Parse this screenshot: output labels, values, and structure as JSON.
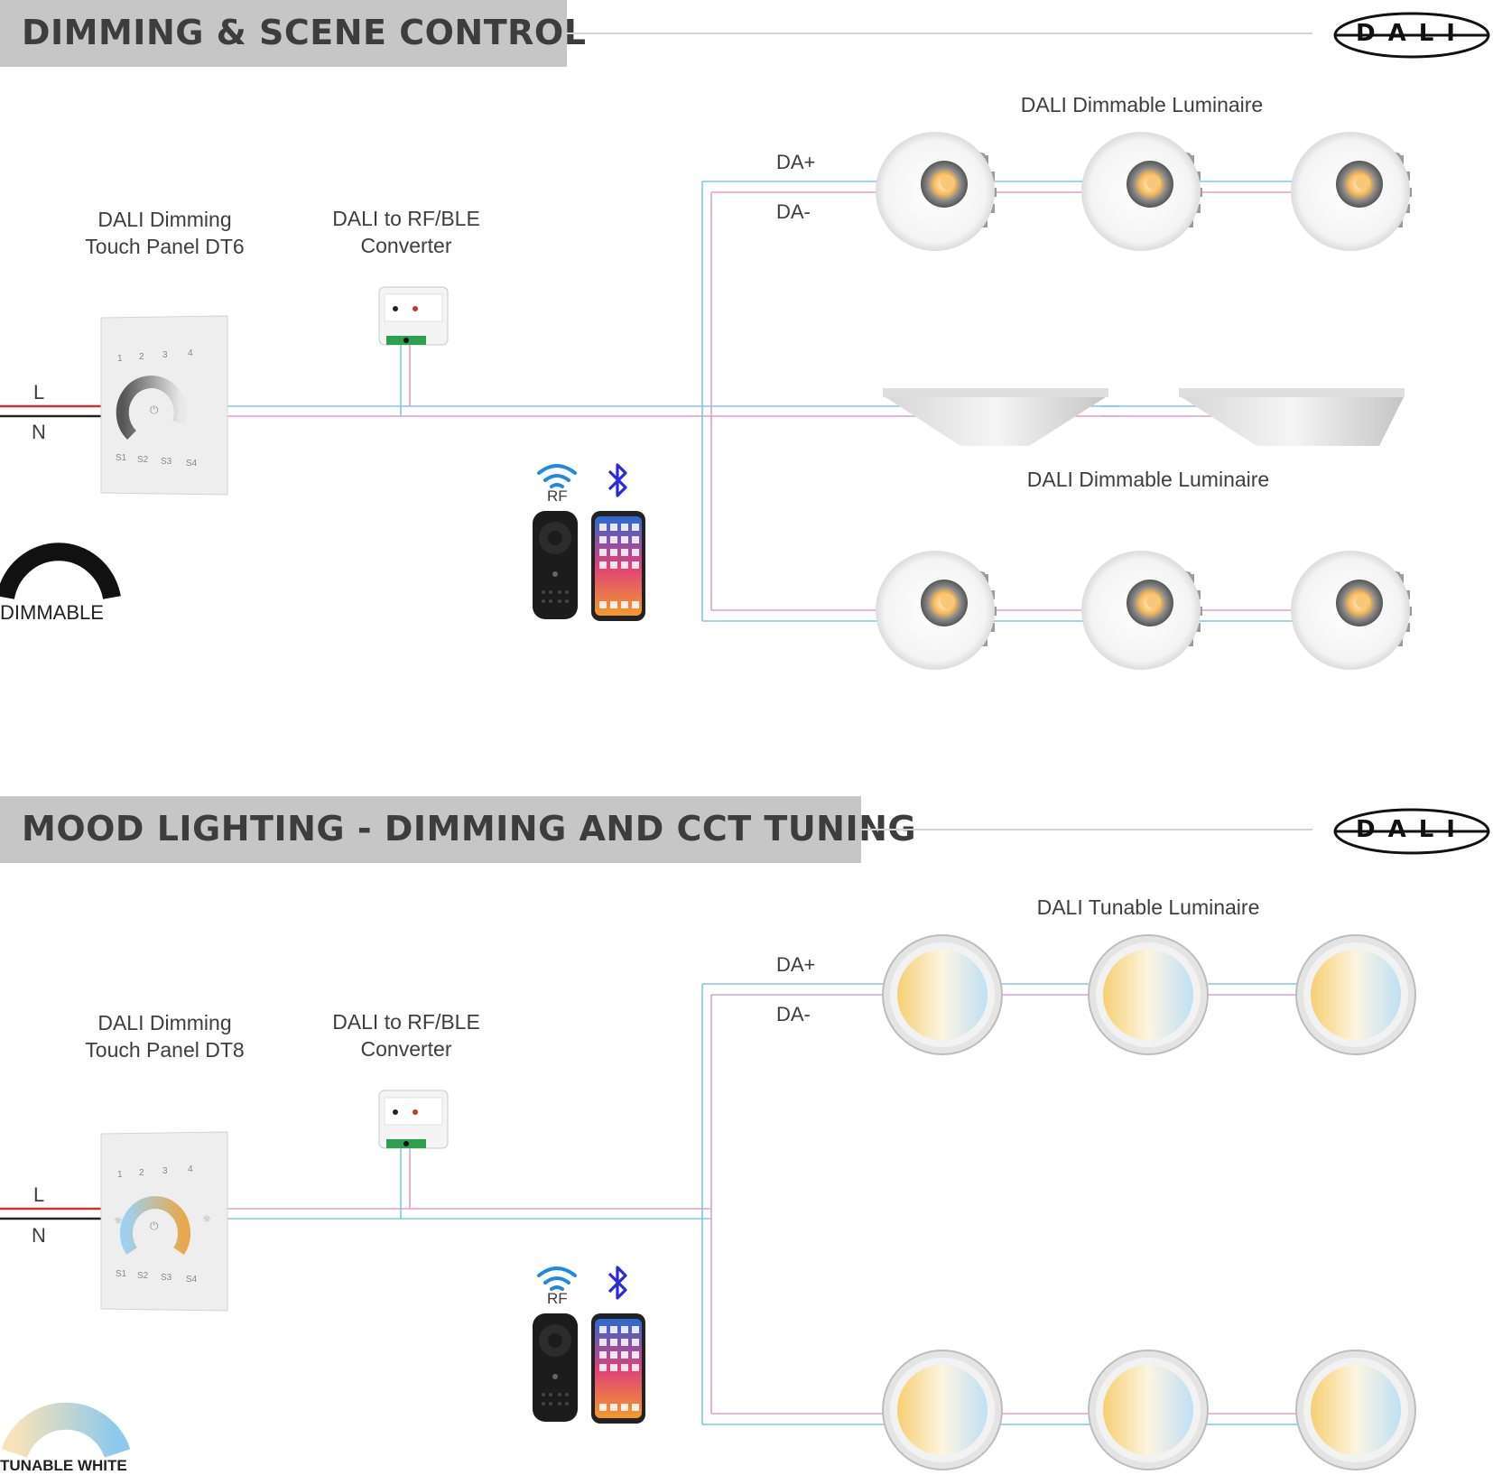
{
  "sections": [
    {
      "title": "DIMMING & SCENE CONTROL",
      "logo_text": "DALI",
      "panel_label_line1": "DALI Dimming",
      "panel_label_line2": "Touch Panel DT6",
      "converter_label_line1": "DALI to RF/BLE",
      "converter_label_line2": "Converter",
      "luminaire_label_top": "DALI Dimmable Luminaire",
      "luminaire_label_mid": "DALI Dimmable Luminaire",
      "wire_plus": "DA+",
      "wire_minus": "DA-",
      "live": "L",
      "neutral": "N",
      "rf_label": "RF",
      "badge": "DIMMABLE",
      "panel_keys": [
        "1",
        "2",
        "3",
        "4",
        "S1",
        "S2",
        "S3",
        "S4"
      ]
    },
    {
      "title": "MOOD LIGHTING - DIMMING AND CCT TUNING",
      "logo_text": "DALI",
      "panel_label_line1": "DALI Dimming",
      "panel_label_line2": "Touch Panel DT8",
      "converter_label_line1": "DALI to RF/BLE",
      "converter_label_line2": "Converter",
      "luminaire_label_top": "DALI Tunable Luminaire",
      "wire_plus": "DA+",
      "wire_minus": "DA-",
      "live": "L",
      "neutral": "N",
      "rf_label": "RF",
      "badge": "TUNABLE WHITE",
      "panel_keys": [
        "1",
        "2",
        "3",
        "4",
        "S1",
        "S2",
        "S3",
        "S4"
      ]
    }
  ],
  "colors": {
    "da_plus_wire": "#7fc8e8",
    "da_minus_wire": "#e0a0c8",
    "live_wire": "#d32f2f",
    "neutral_wire": "#222222",
    "header_band": "#c6c6c6",
    "bluetooth": "#2b2bd6",
    "rf_icon": "#1e88e5"
  }
}
